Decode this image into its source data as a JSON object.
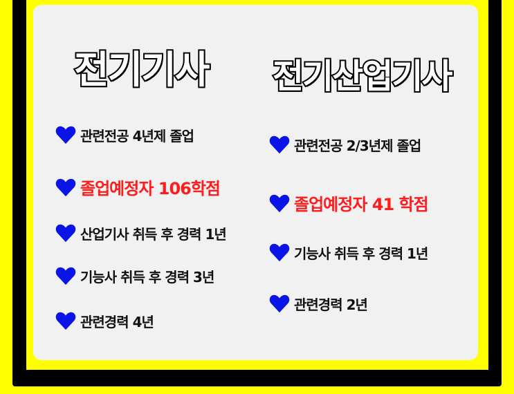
{
  "colors": {
    "heart": "#0a14e6",
    "highlight": "#ff1c1c",
    "frame_outer": "#ffff00",
    "frame_inner": "#000000",
    "card": "#f1f1f2"
  },
  "left": {
    "title": "전기기사",
    "items": [
      {
        "icon": "heart-icon",
        "text": "관련전공 4년제 졸업"
      },
      {
        "icon": "heart-icon",
        "text": "졸업예정자 106학점",
        "highlight": true
      },
      {
        "icon": "heart-icon",
        "text": "산업기사 취득 후 경력 1년"
      },
      {
        "icon": "heart-icon",
        "text": "기능사 취득 후 경력 3년"
      },
      {
        "icon": "heart-icon",
        "text": "관련경력 4년"
      }
    ]
  },
  "right": {
    "title": "전기산업기사",
    "items": [
      {
        "icon": "heart-icon",
        "text": "관련전공 2/3년제 졸업"
      },
      {
        "icon": "heart-icon",
        "text": "졸업예정자 41 학점",
        "highlight": true
      },
      {
        "icon": "heart-icon",
        "text": "기능사 취득 후 경력 1년"
      },
      {
        "icon": "heart-icon",
        "text": "관련경력 2년"
      }
    ]
  }
}
